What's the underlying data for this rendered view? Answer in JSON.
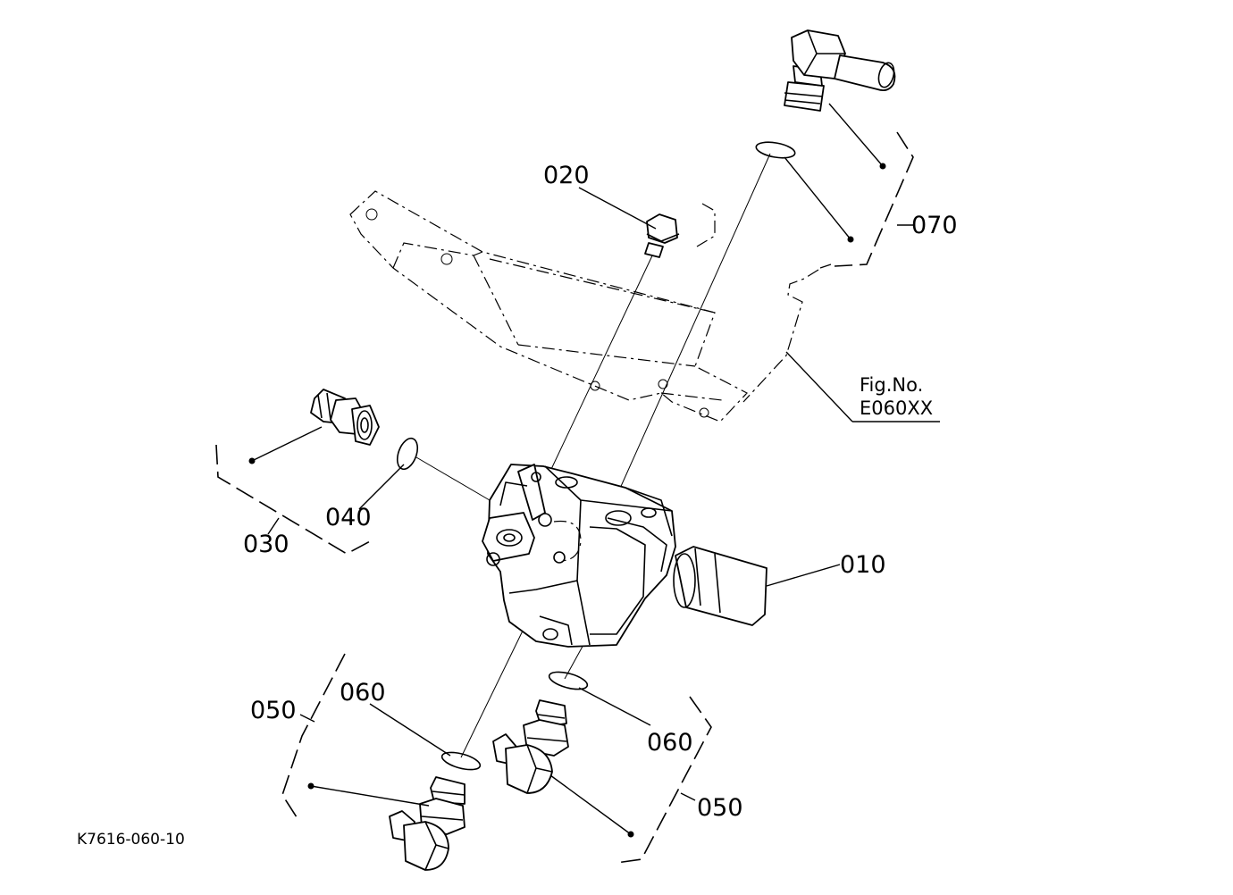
{
  "callouts": {
    "p010": "010",
    "p020": "020",
    "p030": "030",
    "p040": "040",
    "p050_left": "050",
    "p050_right": "050",
    "p060_left": "060",
    "p060_right": "060",
    "p070": "070"
  },
  "figure_ref": {
    "line1": "Fig.No.",
    "line2": "E060XX"
  },
  "drawing_code": "K7616-060-10"
}
